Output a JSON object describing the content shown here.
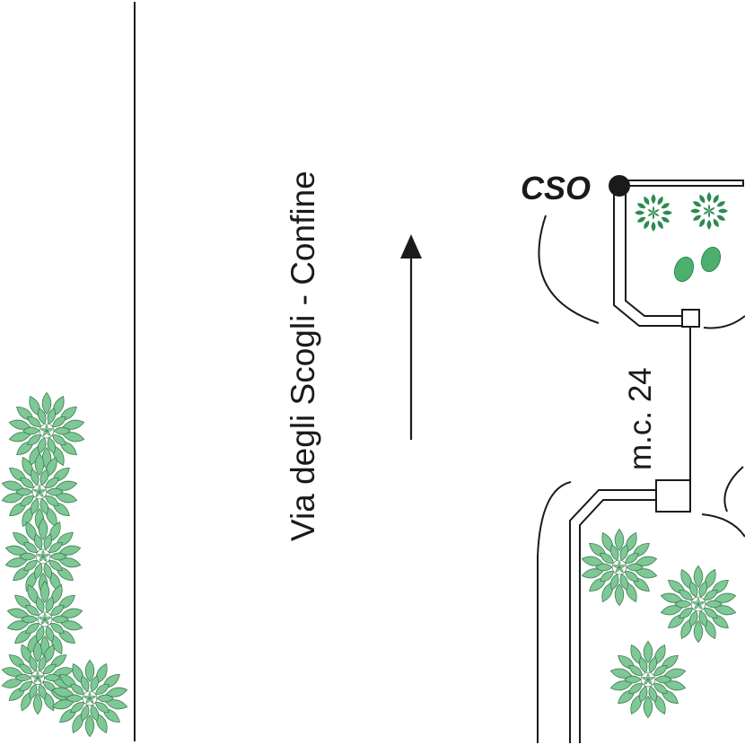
{
  "labels": {
    "street": "Via degli Scogli - Confine",
    "cso": "CSO",
    "pipe": "m.c. 24"
  },
  "colors": {
    "line": "#1a1a1a",
    "shrub_fill": "#7ec896",
    "shrub_stroke": "#3f7d52",
    "bush_dark": "#2e8a50",
    "leaf_fill": "#4caf6e"
  },
  "icons": {
    "flow_arrow": "arrow-up-icon",
    "cso_marker": "filled-circle-icon",
    "tree": "tree-canopy-icon",
    "manhole": "square-icon"
  }
}
